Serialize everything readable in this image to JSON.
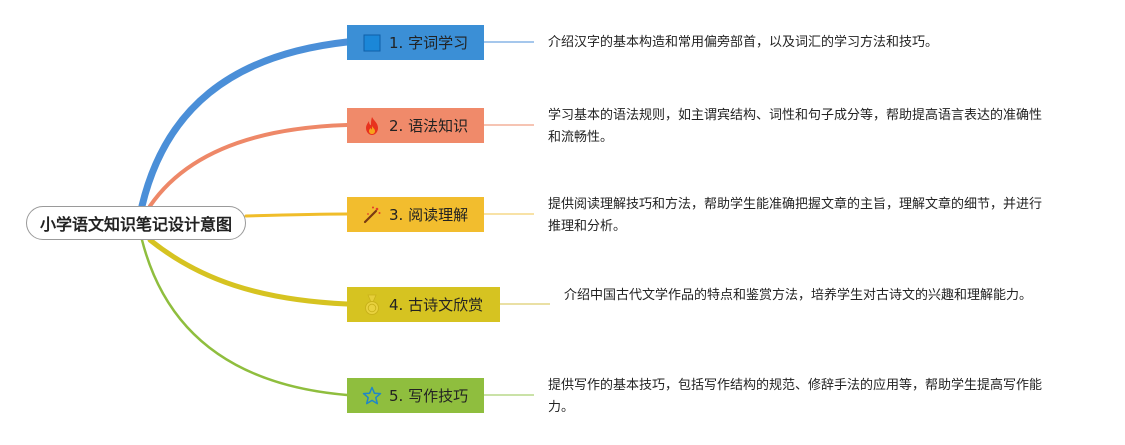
{
  "root": {
    "title": "小学语文知识笔记设计意图"
  },
  "branches": [
    {
      "label": "1. 字词学习",
      "icon": "blue-square-icon",
      "color": "#3b8fd6",
      "description": "介绍汉字的基本构造和常用偏旁部首，以及词汇的学习方法和技巧。"
    },
    {
      "label": "2. 语法知识",
      "icon": "fire-icon",
      "color": "#f08a6a",
      "description": "学习基本的语法规则，如主谓宾结构、词性和句子成分等，帮助提高语言表达的准确性和流畅性。"
    },
    {
      "label": "3. 阅读理解",
      "icon": "magic-wand-icon",
      "color": "#f2bd2e",
      "description": "提供阅读理解技巧和方法，帮助学生能准确把握文章的主旨，理解文章的细节，并进行推理和分析。"
    },
    {
      "label": "4. 古诗文欣赏",
      "icon": "medal-icon",
      "color": "#d6c321",
      "description": "介绍中国古代文学作品的特点和鉴赏方法，培养学生对古诗文的兴趣和理解能力。"
    },
    {
      "label": "5. 写作技巧",
      "icon": "star-outline-icon",
      "color": "#8fbe3e",
      "description": "提供写作的基本技巧，包括写作结构的规范、修辞手法的应用等，帮助学生提高写作能力。"
    }
  ]
}
